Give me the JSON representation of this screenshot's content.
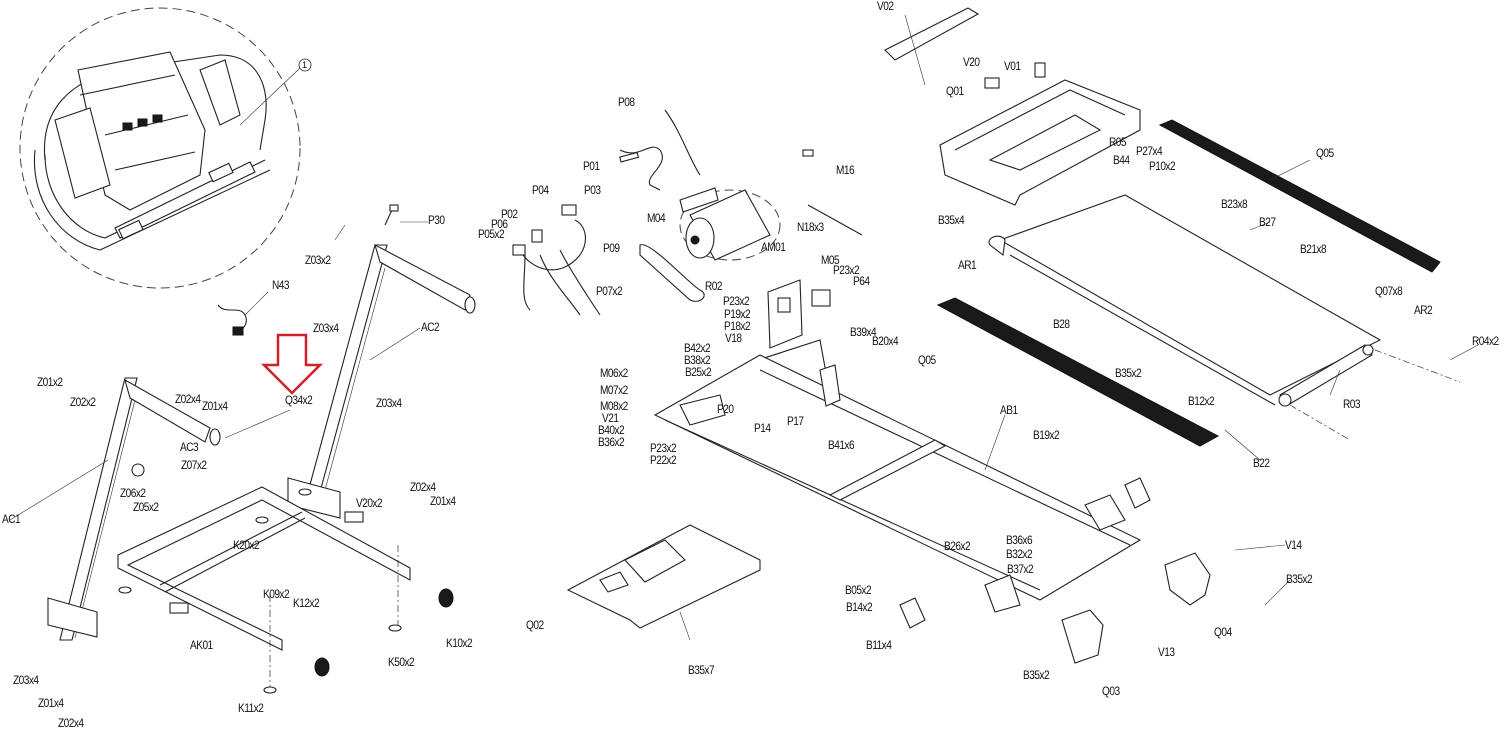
{
  "title": "Treadmill exploded parts diagram",
  "highlight": {
    "target_label": "Q34x2",
    "arrow_color": "#d0202a",
    "arrow_direction": "down"
  },
  "callout": {
    "number": "1",
    "description": "console assembly detail"
  },
  "labels": {
    "P30": "P30",
    "Z03x2_top": "Z03x2",
    "N43": "N43",
    "Z03x4_a": "Z03x4",
    "AC2": "AC2",
    "Z01x2": "Z01x2",
    "Z02x2": "Z02x2",
    "Z02x4_a": "Z02x4",
    "Z01x4_a": "Z01x4",
    "Q34x2": "Q34x2",
    "Z03x4_b": "Z03x4",
    "AC3": "AC3",
    "Z07x2": "Z07x2",
    "Z06x2": "Z06x2",
    "Z05x2": "Z05x2",
    "AC1": "AC1",
    "Z02x4_b": "Z02x4",
    "Z01x4_b": "Z01x4",
    "V20x2": "V20x2",
    "K20x2": "K20x2",
    "K09x2": "K09x2",
    "K12x2": "K12x2",
    "AK01": "AK01",
    "K10x2": "K10x2",
    "K50x2": "K50x2",
    "K11x2": "K11x2",
    "Z03x4_c": "Z03x4",
    "Z01x4_c": "Z01x4",
    "Z02x4_c": "Z02x4",
    "P08": "P08",
    "P01": "P01",
    "P03": "P03",
    "P04": "P04",
    "P02": "P02",
    "P06": "P06",
    "P05x2": "P05x2",
    "P09": "P09",
    "M04": "M04",
    "AM01": "AM01",
    "R02": "R02",
    "P07x2": "P07x2",
    "M16": "M16",
    "N18x3": "N18x3",
    "M05": "M05",
    "P23x2_a": "P23x2",
    "P64": "P64",
    "P23x2_b": "P23x2",
    "P19x2": "P19x2",
    "P18x2": "P18x2",
    "V18": "V18",
    "B39x4": "B39x4",
    "B20x4": "B20x4",
    "B42x2": "B42x2",
    "B38x2": "B38x2",
    "B25x2": "B25x2",
    "M06x2": "M06x2",
    "M07x2": "M07x2",
    "M08x2": "M08x2",
    "V21": "V21",
    "B40x2": "B40x2",
    "B36x2": "B36x2",
    "P20": "P20",
    "P14": "P14",
    "P17": "P17",
    "P23x2_c": "P23x2",
    "P22x2": "P22x2",
    "B41x6": "B41x6",
    "AB1": "AB1",
    "B19x2": "B19x2",
    "V02": "V02",
    "V20": "V20",
    "V01": "V01",
    "Q01": "Q01",
    "R05": "R05",
    "B44": "B44",
    "P27x4": "P27x4",
    "P10x2": "P10x2",
    "B35x4": "B35x4",
    "Q05_top": "Q05",
    "B23x8": "B23x8",
    "B27": "B27",
    "B21x8": "B21x8",
    "Q07x8": "Q07x8",
    "AR1": "AR1",
    "AR2": "AR2",
    "R04x2": "R04x2",
    "B28": "B28",
    "B35x2_a": "B35x2",
    "Q05_bottom": "Q05",
    "R03": "R03",
    "B12x2": "B12x2",
    "B22": "B22",
    "B36x6": "B36x6",
    "B26x2": "B26x2",
    "B32x2": "B32x2",
    "B37x2": "B37x2",
    "V14": "V14",
    "B35x2_b": "B35x2",
    "Q04": "Q04",
    "B05x2": "B05x2",
    "B14x2": "B14x2",
    "B11x4": "B11x4",
    "V13": "V13",
    "B35x2_c": "B35x2",
    "Q03": "Q03",
    "Q02": "Q02",
    "B35x7": "B35x7"
  }
}
